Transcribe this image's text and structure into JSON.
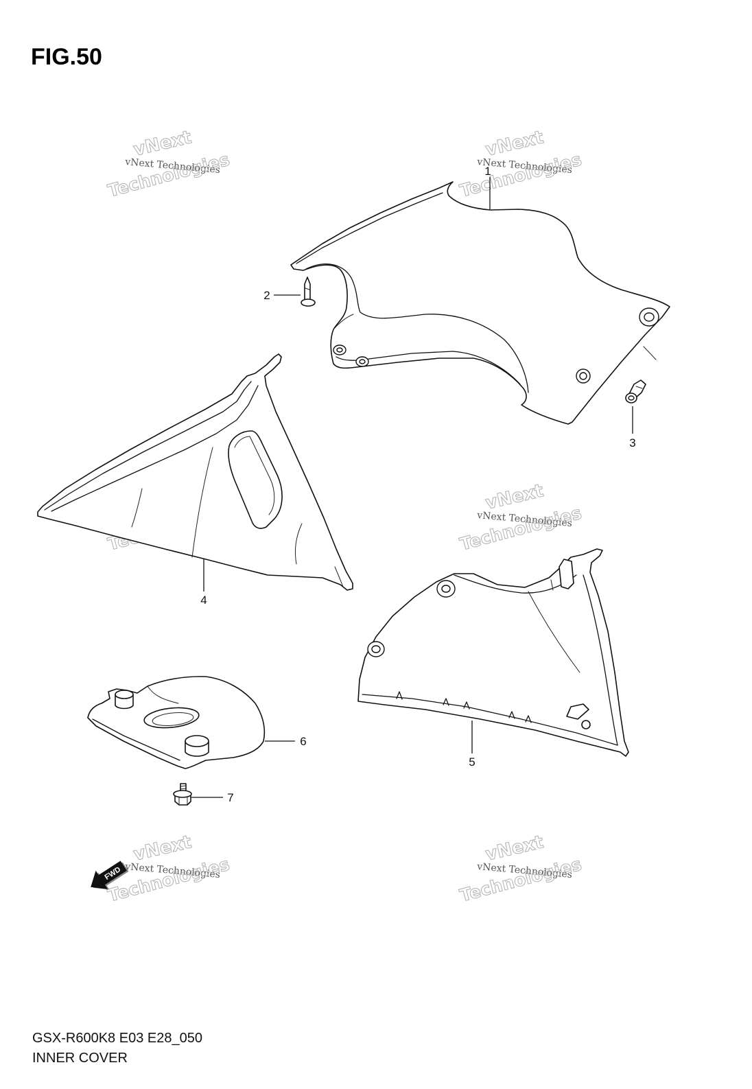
{
  "figure": {
    "title": "FIG.50"
  },
  "callouts": [
    {
      "number": "1"
    },
    {
      "number": "2"
    },
    {
      "number": "3"
    },
    {
      "number": "4"
    },
    {
      "number": "5"
    },
    {
      "number": "6"
    },
    {
      "number": "7"
    }
  ],
  "watermark": {
    "short": "vNext",
    "full": "vNext Technologies",
    "suffix": "Technologies",
    "color": "#b0b0b0"
  },
  "fwd_badge": {
    "label": "FWD",
    "icon": "fwd-arrow-icon"
  },
  "footer": {
    "model_code": "GSX-R600K8 E03 E28_050",
    "section": "INNER COVER"
  }
}
